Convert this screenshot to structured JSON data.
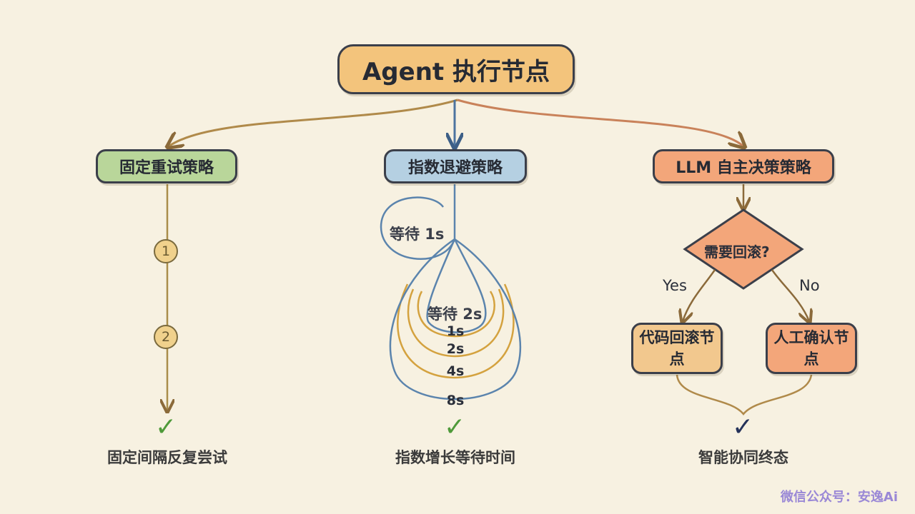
{
  "root": {
    "label": "Agent 执行节点"
  },
  "branches": [
    {
      "label": "固定重试策略",
      "steps": [
        "1",
        "2"
      ],
      "outcome": "固定间隔反复尝试"
    },
    {
      "label": "指数退避策略",
      "first_wait": "等待 1s",
      "second_wait": "等待 2s",
      "delays": [
        "1s",
        "2s",
        "4s",
        "8s"
      ],
      "outcome": "指数增长等待时间"
    },
    {
      "label": "LLM 自主决策策略",
      "decision": "需要回滚?",
      "yes_label": "Yes",
      "no_label": "No",
      "yes_node": "代码回滚节点",
      "no_node": "人工确认节点",
      "outcome": "智能协同终态"
    }
  ],
  "check_symbol": "✓",
  "watermark": "微信公众号：安逸Ai",
  "colors": {
    "connector": "#b08a4a",
    "fixed_line": "#a98d4a",
    "blue_line": "#5b84ad",
    "gold_line": "#d4a23f",
    "green_check": "#4f9a3a",
    "navy_check": "#25325a",
    "decision_fill": "#f3a67a"
  }
}
